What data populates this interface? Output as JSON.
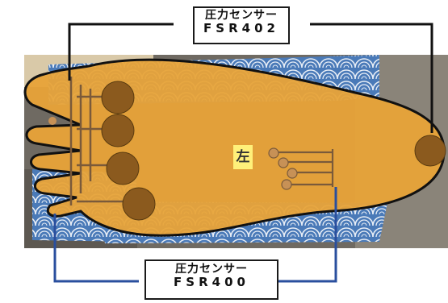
{
  "labels": {
    "top": {
      "line1": "圧力センサー",
      "line2": "FSR402"
    },
    "bottom": {
      "line1": "圧力センサー",
      "line2": "FSR400"
    }
  },
  "foot_tag": "左",
  "colors": {
    "insole": "#e8a338",
    "sensor_large": "#8b5a1e",
    "sensor_small": "#c79156",
    "leader_top": "#111111",
    "leader_bottom": "#2a4f9e",
    "fabric": "#4a7ab8"
  }
}
